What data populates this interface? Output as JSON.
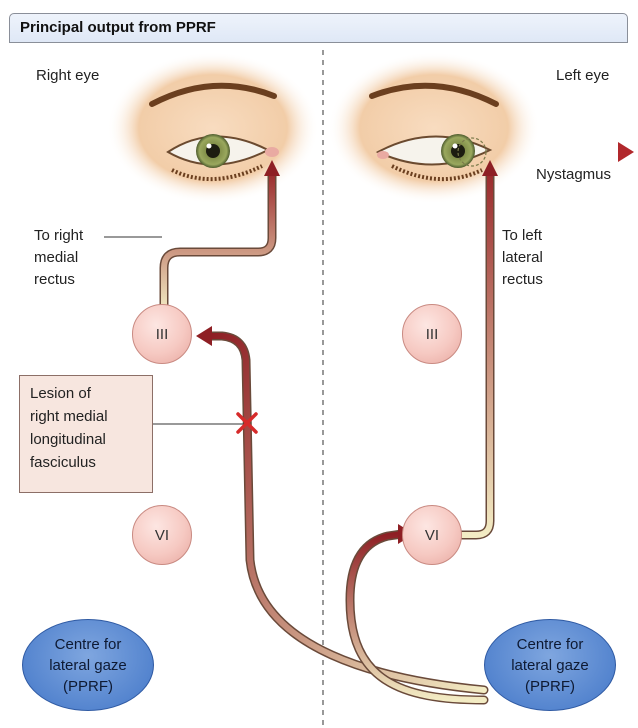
{
  "header": {
    "title": "Principal output from PPRF"
  },
  "eyes": {
    "right_label": "Right  eye",
    "left_label": "Left eye"
  },
  "nystagmus_label": "Nystagmus",
  "right_medial": {
    "line1": "To right",
    "line2": "medial",
    "line3": "rectus"
  },
  "left_lateral": {
    "line1": "To left",
    "line2": "lateral",
    "line3": "rectus"
  },
  "nuclei": {
    "right_III": "III",
    "left_III": "III",
    "right_VI": "VI",
    "left_VI": "VI"
  },
  "lesion": {
    "line1": "Lesion of",
    "line2": "right medial",
    "line3": "longitudinal",
    "line4": "fasciculus"
  },
  "gaze_right": {
    "line1": "Centre for",
    "line2": "lateral gaze",
    "line3": "(PPRF)"
  },
  "gaze_left": {
    "line1": "Centre for",
    "line2": "lateral gaze",
    "line3": "(PPRF)"
  },
  "colors": {
    "pathway_dark": "#8e1f24",
    "pathway_light": "#f3ecc4",
    "lesion_mark": "#d62a2a",
    "nucleus_fill": "#f6c9c2",
    "gaze_fill": "#5585cf",
    "header_fill": "#dfe8f6"
  }
}
